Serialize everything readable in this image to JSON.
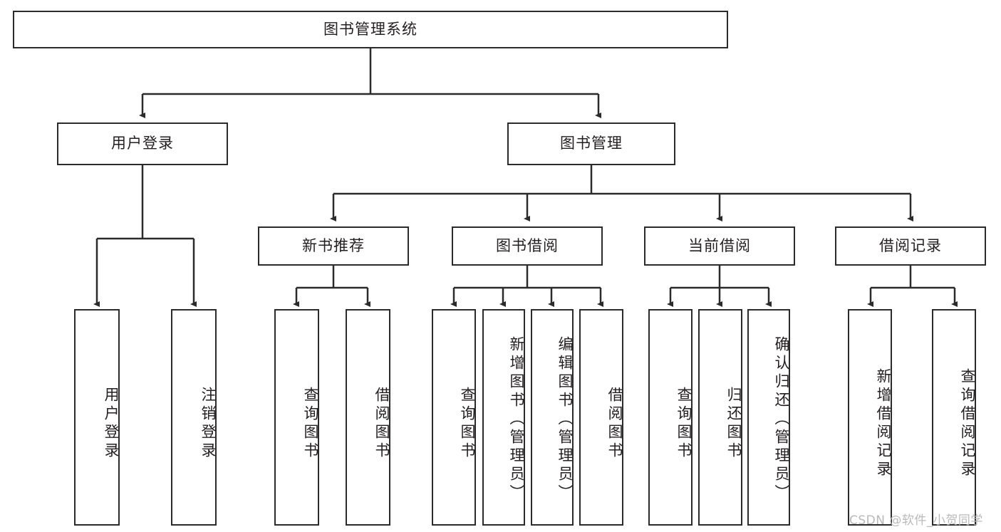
{
  "diagram": {
    "type": "hierarchy-tree",
    "title": "图书管理系统",
    "root": {
      "label": "图书管理系统"
    },
    "level2": [
      {
        "label": "用户登录"
      },
      {
        "label": "图书管理"
      }
    ],
    "level3": [
      {
        "label": "新书推荐",
        "parent": "图书管理"
      },
      {
        "label": "图书借阅",
        "parent": "图书管理"
      },
      {
        "label": "当前借阅",
        "parent": "图书管理"
      },
      {
        "label": "借阅记录",
        "parent": "图书管理"
      }
    ],
    "leaves": [
      {
        "label": "用户登录",
        "parent": "用户登录"
      },
      {
        "label": "注销登录",
        "parent": "用户登录"
      },
      {
        "label": "查询图书",
        "parent": "新书推荐"
      },
      {
        "label": "借阅图书",
        "parent": "新书推荐"
      },
      {
        "label": "查询图书",
        "parent": "图书借阅"
      },
      {
        "label": "新增图书（管理员）",
        "parent": "图书借阅"
      },
      {
        "label": "编辑图书（管理员）",
        "parent": "图书借阅"
      },
      {
        "label": "借阅图书",
        "parent": "图书借阅"
      },
      {
        "label": "查询图书",
        "parent": "当前借阅"
      },
      {
        "label": "归还图书",
        "parent": "当前借阅"
      },
      {
        "label": "确认归还（管理员）",
        "parent": "当前借阅"
      },
      {
        "label": "新增借阅记录",
        "parent": "借阅记录"
      },
      {
        "label": "查询借阅记录",
        "parent": "借阅记录"
      }
    ],
    "watermark": "CSDN @软件_小贺同学",
    "colors": {
      "stroke": "#2b2b2b",
      "fill": "#ffffff",
      "text": "#231f20",
      "watermark": "#b9b9b9"
    }
  }
}
